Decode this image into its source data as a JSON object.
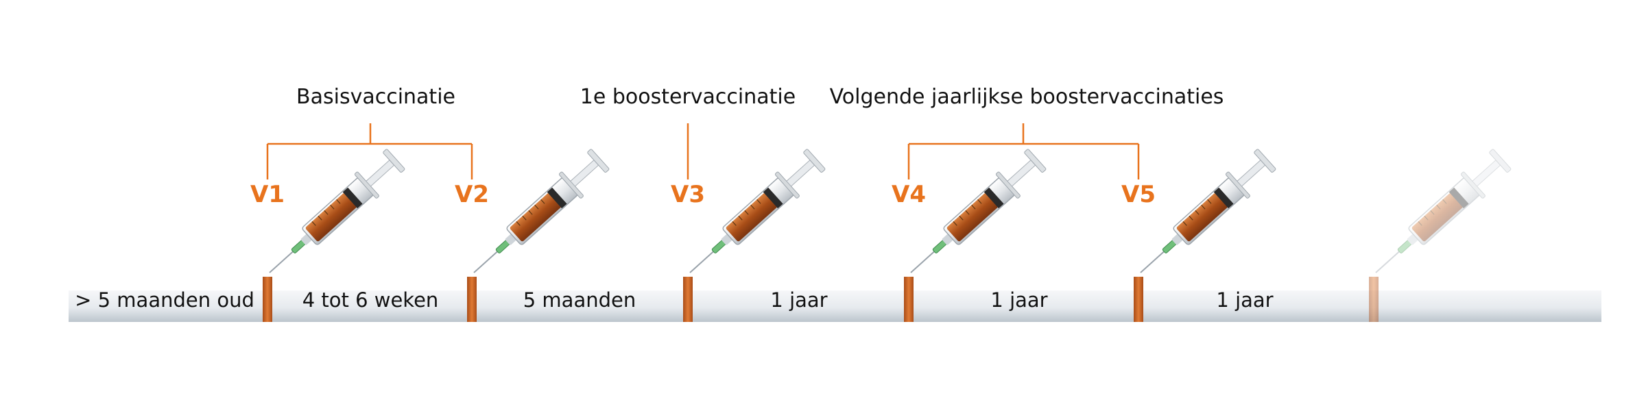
{
  "groups": [
    {
      "title": "Basisvaccinatie"
    },
    {
      "title": "1e boostervaccinatie"
    },
    {
      "title": "Volgende jaarlijkse boostervaccinaties"
    }
  ],
  "doses": [
    {
      "label": "V1"
    },
    {
      "label": "V2"
    },
    {
      "label": "V3"
    },
    {
      "label": "V4"
    },
    {
      "label": "V5"
    }
  ],
  "intervals": [
    {
      "label": "> 5 maanden oud"
    },
    {
      "label": "4 tot 6 weken"
    },
    {
      "label": "5 maanden"
    },
    {
      "label": "1 jaar"
    },
    {
      "label": "1 jaar"
    },
    {
      "label": "1 jaar"
    }
  ],
  "colors": {
    "accent": "#e8731d",
    "marker": "#c8642a",
    "liquid": "#b85a22",
    "timeline_light": "#f3f5f7",
    "timeline_dark": "#c4ccd3"
  }
}
